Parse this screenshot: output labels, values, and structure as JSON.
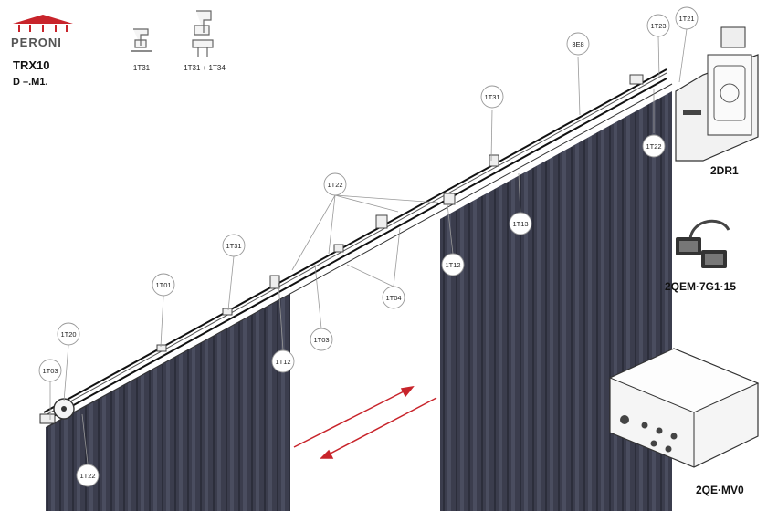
{
  "brand": {
    "name": "PERONI",
    "color": "#c8242b"
  },
  "model": {
    "code": "TRX10",
    "sub": "D –.M1."
  },
  "legend_parts": [
    {
      "code": "1T31"
    },
    {
      "code": "1T31 + 1T34"
    }
  ],
  "callouts": [
    {
      "code": "1T03"
    },
    {
      "code": "1T20"
    },
    {
      "code": "1T22"
    },
    {
      "code": "1T01"
    },
    {
      "code": "1T31"
    },
    {
      "code": "1T12"
    },
    {
      "code": "1T03"
    },
    {
      "code": "1T22"
    },
    {
      "code": "1T04"
    },
    {
      "code": "1T12"
    },
    {
      "code": "1T13"
    },
    {
      "code": "1T31"
    },
    {
      "code": "3E8"
    },
    {
      "code": "1T23"
    },
    {
      "code": "1T21"
    },
    {
      "code": "1T22"
    }
  ],
  "components": [
    {
      "code": "2DR1"
    },
    {
      "code": "2QEM·7G1·15"
    },
    {
      "code": "2QE·MV0"
    }
  ],
  "colors": {
    "curtain": "#3b3d4d",
    "arrow": "#c8242b",
    "line": "#999999"
  }
}
